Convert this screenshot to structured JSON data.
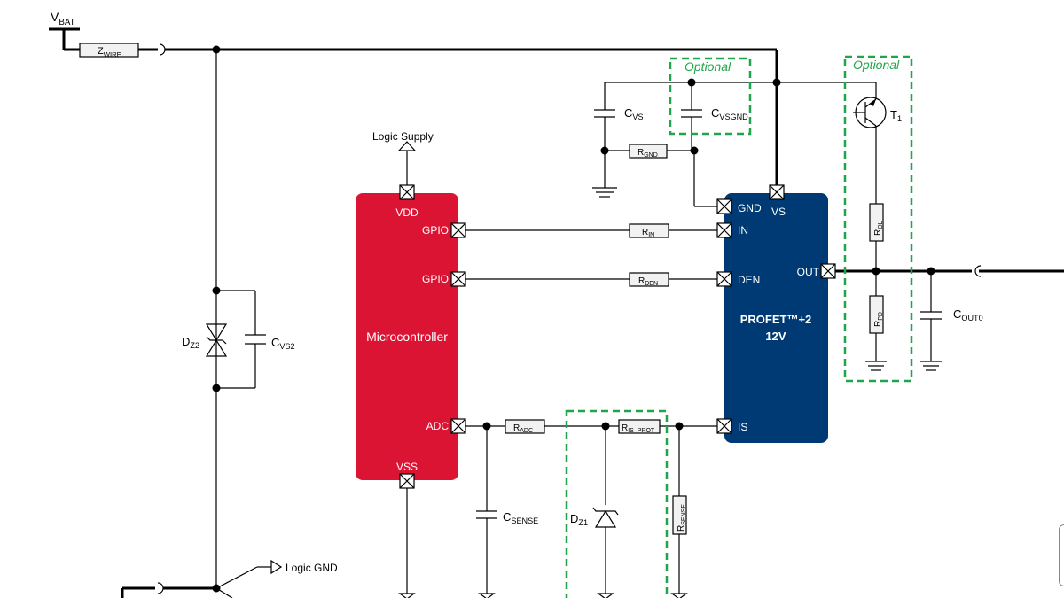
{
  "labels": {
    "vbat": "V",
    "vbat_sub": "BAT",
    "zwire": "Z",
    "zwire_sub": "WIRE",
    "cvs": "C",
    "cvs_sub": "VS",
    "cvsgnd": "C",
    "cvsgnd_sub": "VSGND",
    "rgnd": "R",
    "rgnd_sub": "GND",
    "rin": "R",
    "rin_sub": "IN",
    "rden": "R",
    "rden_sub": "DEN",
    "radc": "R",
    "radc_sub": "ADC",
    "risprot": "R",
    "risprot_sub": "IS_PROT",
    "rsense": "R",
    "rsense_sub": "SENSE",
    "csense": "C",
    "csense_sub": "SENSE",
    "dz1": "D",
    "dz1_sub": "Z1",
    "dz2": "D",
    "dz2_sub": "Z2",
    "cvs2": "C",
    "cvs2_sub": "VS2",
    "t1": "T",
    "t1_sub": "1",
    "rol": "R",
    "rol_sub": "OL",
    "rpd": "R",
    "rpd_sub": "PD",
    "cout": "C",
    "cout_sub": "OUT0",
    "logic_supply": "Logic Supply",
    "logic_gnd": "Logic GND",
    "optional": "Optional"
  },
  "microcontroller": {
    "name": "Microcontroller",
    "pins": {
      "vdd": "VDD",
      "gpio_in": "GPIO",
      "gpio_den": "GPIO",
      "adc": "ADC",
      "vss": "VSS"
    }
  },
  "profet": {
    "name_line1": "PROFET™+2",
    "name_line2": "12V",
    "pins": {
      "gnd": "GND",
      "vs": "VS",
      "in": "IN",
      "den": "DEN",
      "out": "OUT",
      "is": "IS"
    }
  },
  "colors": {
    "microcontroller": "#dc1433",
    "profet": "#003a75",
    "optional": "#1fa64a",
    "wire": "#000000"
  }
}
